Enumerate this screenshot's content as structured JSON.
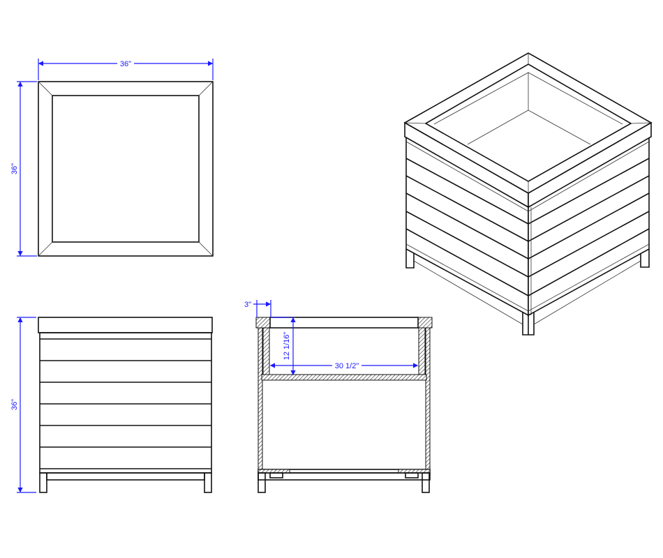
{
  "drawing": {
    "top_view": {
      "width_label": "36\"",
      "depth_label": "36\""
    },
    "front_elevation": {
      "height_label": "36\"",
      "board_count": 6
    },
    "section": {
      "rim_label": "3\"",
      "depth_label": "12 1/16\"",
      "inner_width_label": "30 1/2\""
    },
    "isometric": {
      "board_count": 6
    },
    "colors": {
      "dimension": "#1a1aff",
      "line": "#111111"
    }
  }
}
